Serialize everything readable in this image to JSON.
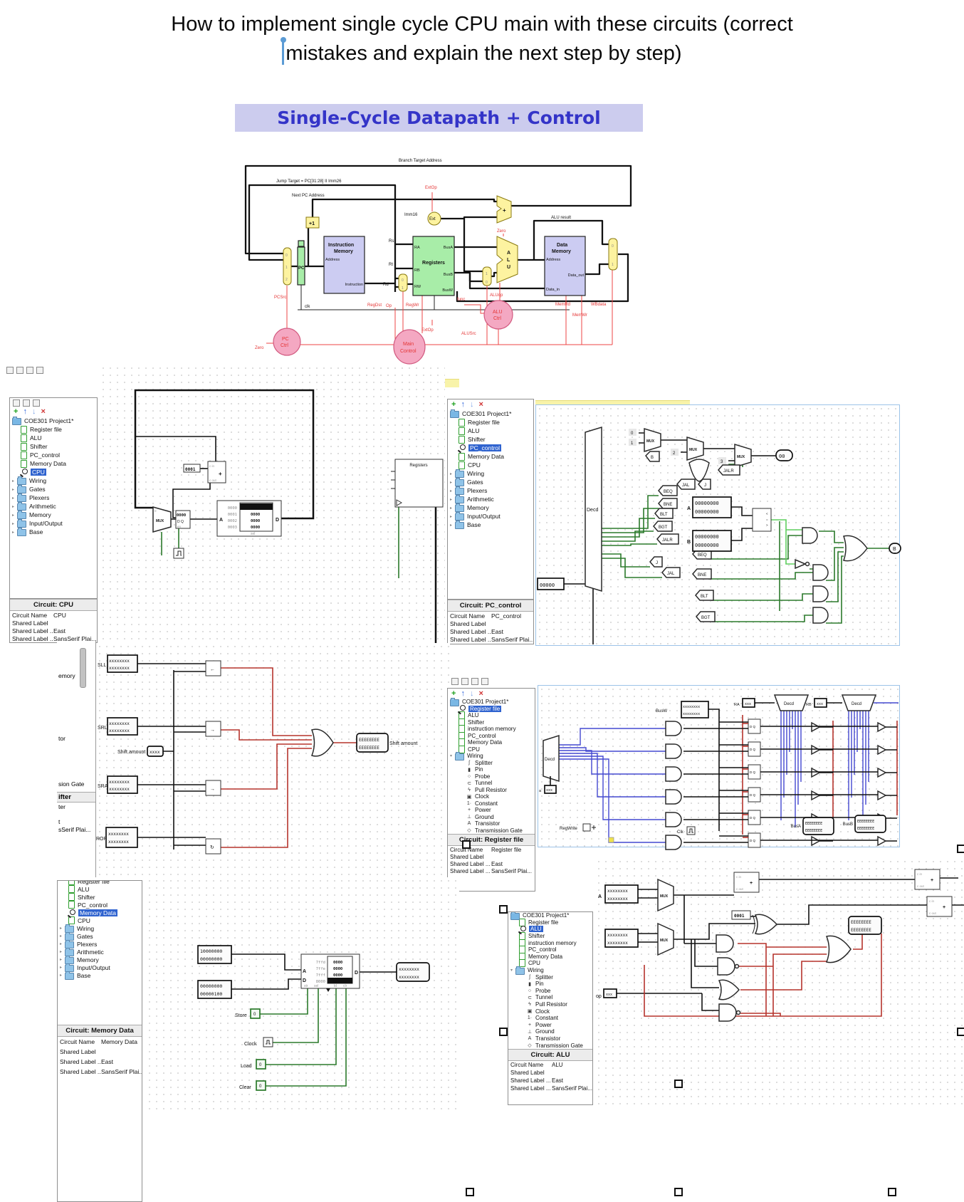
{
  "title": {
    "line1": "How to implement single cycle CPU main with these circuits (correct",
    "line2": "mistakes and explain the next step by step)"
  },
  "datapath": {
    "header": "Single-Cycle Datapath + Control",
    "labels": {
      "branch_target": "Branch Target Address",
      "jump_target": "Jump Target = PC[31:28] II Imm26",
      "next_pc": "Next PC Address",
      "extop": "ExtOp",
      "imm16": "Imm16",
      "ext": "Ext",
      "plus1": "+1",
      "plus": "+",
      "zero": "Zero",
      "alu_result": "ALU result",
      "im1": "Instruction",
      "im2": "Memory",
      "address": "Address",
      "instruction": "Instruction",
      "pc": "PC",
      "registers": "Registers",
      "ra": "RA",
      "rb": "RB",
      "rw": "RW",
      "busa": "BusA",
      "busb": "BusB",
      "busw": "BusW",
      "rs": "Rs",
      "rt": "Rt",
      "rd": "Rd",
      "alua": "A",
      "alul": "L",
      "aluu": "U",
      "dm1": "Data",
      "dm2": "Memory",
      "data_out": "Data_out",
      "data_in": "Data_in",
      "clk": "clk",
      "pcsrc": "PCSrc",
      "pcctrl1": "PC",
      "pcctrl2": "Ctrl",
      "op": "Op",
      "regdst": "RegDst",
      "regwr": "RegWr",
      "main1": "Main",
      "main2": "Control",
      "alusrc": "ALUSrc",
      "func": "func",
      "aluop": "ALUop",
      "aluctrl1": "ALU",
      "aluctrl2": "Ctrl",
      "memrd": "MemRd",
      "memwr": "MemWr",
      "wbdata": "WBdata"
    }
  },
  "vals": {
    "x8": "xxxxxxxx",
    "x4": "xxxx",
    "x3": "xxx",
    "e8": "EEEEEEEE",
    "z8": "00000000",
    "z4": "0000",
    "c1": "0001",
    "b10": "10000000",
    "b4": "00000100",
    "p5": "00000",
    "p2": "00",
    "bit0": "0",
    "bit1": "1",
    "in2": "2",
    "in3": "3",
    "a": "A",
    "bb": "B",
    "d": "D",
    "sel": "sel",
    "str": "str",
    "ld": "ld",
    "clr": "clr",
    "cin": "c in",
    "cout": "c out",
    "plus": "+",
    "mux": "MUX",
    "decd": "Decd",
    "dq": "D Q",
    "en": "en",
    "lt": "<",
    "eq": "=",
    "gt": ">",
    "op": "op"
  },
  "addr": {
    "a0": "0000",
    "a1": "0001",
    "a2": "0002",
    "a3": "0003",
    "m0": "7ffd",
    "m1": "7ffe",
    "m2": "7fff",
    "m3": "8000"
  },
  "tunnels": {
    "beq": "BEQ",
    "bne": "BNE",
    "blt": "BLT",
    "bgt": "BGT",
    "jal": "JAL",
    "jalr": "JALR",
    "j": "J"
  },
  "shifter": {
    "sll": "SLL",
    "srl": "SRL",
    "sra": "SRA",
    "ror": "ROR",
    "shift_amount": "Shift amount",
    "blocks": [
      "←",
      "→",
      "→",
      "↻"
    ]
  },
  "regfile": {
    "busw": "BusW",
    "ra": "RA",
    "rb": "RB",
    "busa": "BusA",
    "busb": "BusB",
    "regwrite": "RegWrite",
    "clk": "Clk",
    "a": "a"
  },
  "io": {
    "store": "Store",
    "clock": "Clock",
    "load": "Load",
    "clear": "Clear"
  },
  "explorer": {
    "toolbar": {
      "plus": "+",
      "up": "↑",
      "down": "↓",
      "del": "×"
    }
  },
  "shifter_panel": {
    "fragments": [
      "emory",
      "tor",
      "sion Gate",
      "ifter",
      "ter",
      "t",
      "sSerif Plai..."
    ]
  },
  "windows": {
    "cpu": {
      "header": "Circuit: CPU",
      "tree": [
        {
          "label": "COE301 Project1*",
          "icon": "proj",
          "ind": 0
        },
        {
          "label": "Register file",
          "icon": "circ",
          "ind": 1
        },
        {
          "label": "ALU",
          "icon": "circ",
          "ind": 1
        },
        {
          "label": "Shifter",
          "icon": "circ",
          "ind": 1
        },
        {
          "label": "PC_control",
          "icon": "circ",
          "ind": 1
        },
        {
          "label": "Memory Data",
          "icon": "circ",
          "ind": 1
        },
        {
          "label": "CPU",
          "icon": "mag",
          "sel": true,
          "ind": 1
        },
        {
          "label": "Wiring",
          "icon": "fold",
          "arrow": "c",
          "ind": 0
        },
        {
          "label": "Gates",
          "icon": "fold",
          "arrow": "c",
          "ind": 0
        },
        {
          "label": "Plexers",
          "icon": "fold",
          "arrow": "c",
          "ind": 0
        },
        {
          "label": "Arithmetic",
          "icon": "fold",
          "arrow": "c",
          "ind": 0
        },
        {
          "label": "Memory",
          "icon": "fold",
          "arrow": "c",
          "ind": 0
        },
        {
          "label": "Input/Output",
          "icon": "fold",
          "arrow": "c",
          "ind": 0
        },
        {
          "label": "Base",
          "icon": "fold",
          "arrow": "c",
          "ind": 0
        }
      ],
      "props": [
        {
          "k": "Circuit Name",
          "v": "CPU"
        },
        {
          "k": "Shared Label",
          "v": ""
        },
        {
          "k": "Shared Label ...",
          "v": "East"
        },
        {
          "k": "Shared Label ...",
          "v": "SansSerif Plai..."
        }
      ]
    },
    "pc": {
      "header": "Circuit: PC_control",
      "tree": [
        {
          "label": "COE301 Project1*",
          "icon": "proj",
          "ind": 0
        },
        {
          "label": "Register file",
          "icon": "circ",
          "ind": 1
        },
        {
          "label": "ALU",
          "icon": "circ",
          "ind": 1
        },
        {
          "label": "Shifter",
          "icon": "circ",
          "ind": 1
        },
        {
          "label": "PC_control",
          "icon": "mag",
          "sel": true,
          "ind": 1
        },
        {
          "label": "Memory Data",
          "icon": "circ",
          "ind": 1
        },
        {
          "label": "CPU",
          "icon": "circ",
          "ind": 1
        },
        {
          "label": "Wiring",
          "icon": "fold",
          "arrow": "c",
          "ind": 0
        },
        {
          "label": "Gates",
          "icon": "fold",
          "arrow": "c",
          "ind": 0
        },
        {
          "label": "Plexers",
          "icon": "fold",
          "arrow": "c",
          "ind": 0
        },
        {
          "label": "Arithmetic",
          "icon": "fold",
          "arrow": "c",
          "ind": 0
        },
        {
          "label": "Memory",
          "icon": "fold",
          "arrow": "c",
          "ind": 0
        },
        {
          "label": "Input/Output",
          "icon": "fold",
          "arrow": "c",
          "ind": 0
        },
        {
          "label": "Base",
          "icon": "fold",
          "arrow": "c",
          "ind": 0
        }
      ],
      "props": [
        {
          "k": "Circuit Name",
          "v": "PC_control"
        },
        {
          "k": "Shared Label",
          "v": ""
        },
        {
          "k": "Shared Label ...",
          "v": "East"
        },
        {
          "k": "Shared Label ...",
          "v": "SansSerif Plai..."
        }
      ]
    },
    "regfile": {
      "header": "Circuit: Register file",
      "tree": [
        {
          "label": "COE301 Project1*",
          "icon": "proj",
          "ind": 0
        },
        {
          "label": "Register file",
          "icon": "mag",
          "sel": true,
          "ind": 1
        },
        {
          "label": "ALU",
          "icon": "circ",
          "ind": 1
        },
        {
          "label": "Shifter",
          "icon": "circ",
          "ind": 1
        },
        {
          "label": "instruction memory",
          "icon": "circ",
          "ind": 1
        },
        {
          "label": "PC_control",
          "icon": "circ",
          "ind": 1
        },
        {
          "label": "Memory Data",
          "icon": "circ",
          "ind": 1
        },
        {
          "label": "CPU",
          "icon": "circ",
          "ind": 1
        },
        {
          "label": "Wiring",
          "icon": "fold",
          "arrow": "e",
          "ind": 0
        },
        {
          "label": "Splitter",
          "icon": "gl",
          "glyph": "ʃ",
          "ind": 2
        },
        {
          "label": "Pin",
          "icon": "gl",
          "glyph": "▮",
          "ind": 2
        },
        {
          "label": "Probe",
          "icon": "gl",
          "glyph": "○",
          "ind": 2
        },
        {
          "label": "Tunnel",
          "icon": "gl",
          "glyph": "⊂",
          "ind": 2
        },
        {
          "label": "Pull Resistor",
          "icon": "gl",
          "glyph": "ϟ",
          "ind": 2
        },
        {
          "label": "Clock",
          "icon": "gl",
          "glyph": "▣",
          "ind": 2
        },
        {
          "label": "Constant",
          "icon": "gl",
          "glyph": "1·",
          "ind": 2
        },
        {
          "label": "Power",
          "icon": "gl",
          "glyph": "+",
          "ind": 2
        },
        {
          "label": "Ground",
          "icon": "gl",
          "glyph": "⊥",
          "ind": 2
        },
        {
          "label": "Transistor",
          "icon": "gl",
          "glyph": "A",
          "ind": 2
        },
        {
          "label": "Transmission Gate",
          "icon": "gl",
          "glyph": "◇",
          "ind": 2
        }
      ],
      "props": [
        {
          "k": "Circuit Name",
          "v": "Register file"
        },
        {
          "k": "Shared Label",
          "v": ""
        },
        {
          "k": "Shared Label ...",
          "v": "East"
        },
        {
          "k": "Shared Label ...",
          "v": "SansSerif Plai..."
        }
      ]
    },
    "memdata": {
      "header": "Circuit: Memory Data",
      "tree": [
        {
          "label": "Register file",
          "icon": "circ",
          "ind": 1
        },
        {
          "label": "ALU",
          "icon": "circ",
          "ind": 1
        },
        {
          "label": "Shifter",
          "icon": "circ",
          "ind": 1
        },
        {
          "label": "PC_control",
          "icon": "circ",
          "ind": 1
        },
        {
          "label": "Memory Data",
          "icon": "mag",
          "sel": true,
          "ind": 1
        },
        {
          "label": "CPU",
          "icon": "circ",
          "ind": 1
        },
        {
          "label": "Wiring",
          "icon": "fold",
          "arrow": "c",
          "ind": 0
        },
        {
          "label": "Gates",
          "icon": "fold",
          "arrow": "c",
          "ind": 0
        },
        {
          "label": "Plexers",
          "icon": "fold",
          "arrow": "c",
          "ind": 0
        },
        {
          "label": "Arithmetic",
          "icon": "fold",
          "arrow": "c",
          "ind": 0
        },
        {
          "label": "Memory",
          "icon": "fold",
          "arrow": "c",
          "ind": 0
        },
        {
          "label": "Input/Output",
          "icon": "fold",
          "arrow": "c",
          "ind": 0
        },
        {
          "label": "Base",
          "icon": "fold",
          "arrow": "c",
          "ind": 0
        }
      ],
      "props": [
        {
          "k": "Circuit Name",
          "v": "Memory Data"
        },
        {
          "k": "Shared Label",
          "v": ""
        },
        {
          "k": "Shared Label ...",
          "v": "East"
        },
        {
          "k": "Shared Label ...",
          "v": "SansSerif Plai..."
        }
      ]
    },
    "alu": {
      "header": "Circuit: ALU",
      "tree": [
        {
          "label": "COE301 Project1*",
          "icon": "proj",
          "ind": 0
        },
        {
          "label": "Register file",
          "icon": "circ",
          "ind": 1
        },
        {
          "label": "ALU",
          "icon": "mag",
          "sel": true,
          "ind": 1
        },
        {
          "label": "Shifter",
          "icon": "circ",
          "ind": 1
        },
        {
          "label": "instruction memory",
          "icon": "circ",
          "ind": 1
        },
        {
          "label": "PC_control",
          "icon": "circ",
          "ind": 1
        },
        {
          "label": "Memory Data",
          "icon": "circ",
          "ind": 1
        },
        {
          "label": "CPU",
          "icon": "circ",
          "ind": 1
        },
        {
          "label": "Wiring",
          "icon": "fold",
          "arrow": "e",
          "ind": 0
        },
        {
          "label": "Splitter",
          "icon": "gl",
          "glyph": "ʃ",
          "ind": 2
        },
        {
          "label": "Pin",
          "icon": "gl",
          "glyph": "▮",
          "ind": 2
        },
        {
          "label": "Probe",
          "icon": "gl",
          "glyph": "○",
          "ind": 2
        },
        {
          "label": "Tunnel",
          "icon": "gl",
          "glyph": "⊂",
          "ind": 2
        },
        {
          "label": "Pull Resistor",
          "icon": "gl",
          "glyph": "ϟ",
          "ind": 2
        },
        {
          "label": "Clock",
          "icon": "gl",
          "glyph": "▣",
          "ind": 2
        },
        {
          "label": "Constant",
          "icon": "gl",
          "glyph": "1·",
          "ind": 2
        },
        {
          "label": "Power",
          "icon": "gl",
          "glyph": "+",
          "ind": 2
        },
        {
          "label": "Ground",
          "icon": "gl",
          "glyph": "⊥",
          "ind": 2
        },
        {
          "label": "Transistor",
          "icon": "gl",
          "glyph": "A",
          "ind": 2
        },
        {
          "label": "Transmission Gate",
          "icon": "gl",
          "glyph": "◇",
          "ind": 2
        }
      ],
      "props": [
        {
          "k": "Circuit Name",
          "v": "ALU"
        },
        {
          "k": "Shared Label",
          "v": ""
        },
        {
          "k": "Shared Label ...",
          "v": "East"
        },
        {
          "k": "Shared Label ...",
          "v": "SansSerif Plai..."
        }
      ]
    }
  }
}
